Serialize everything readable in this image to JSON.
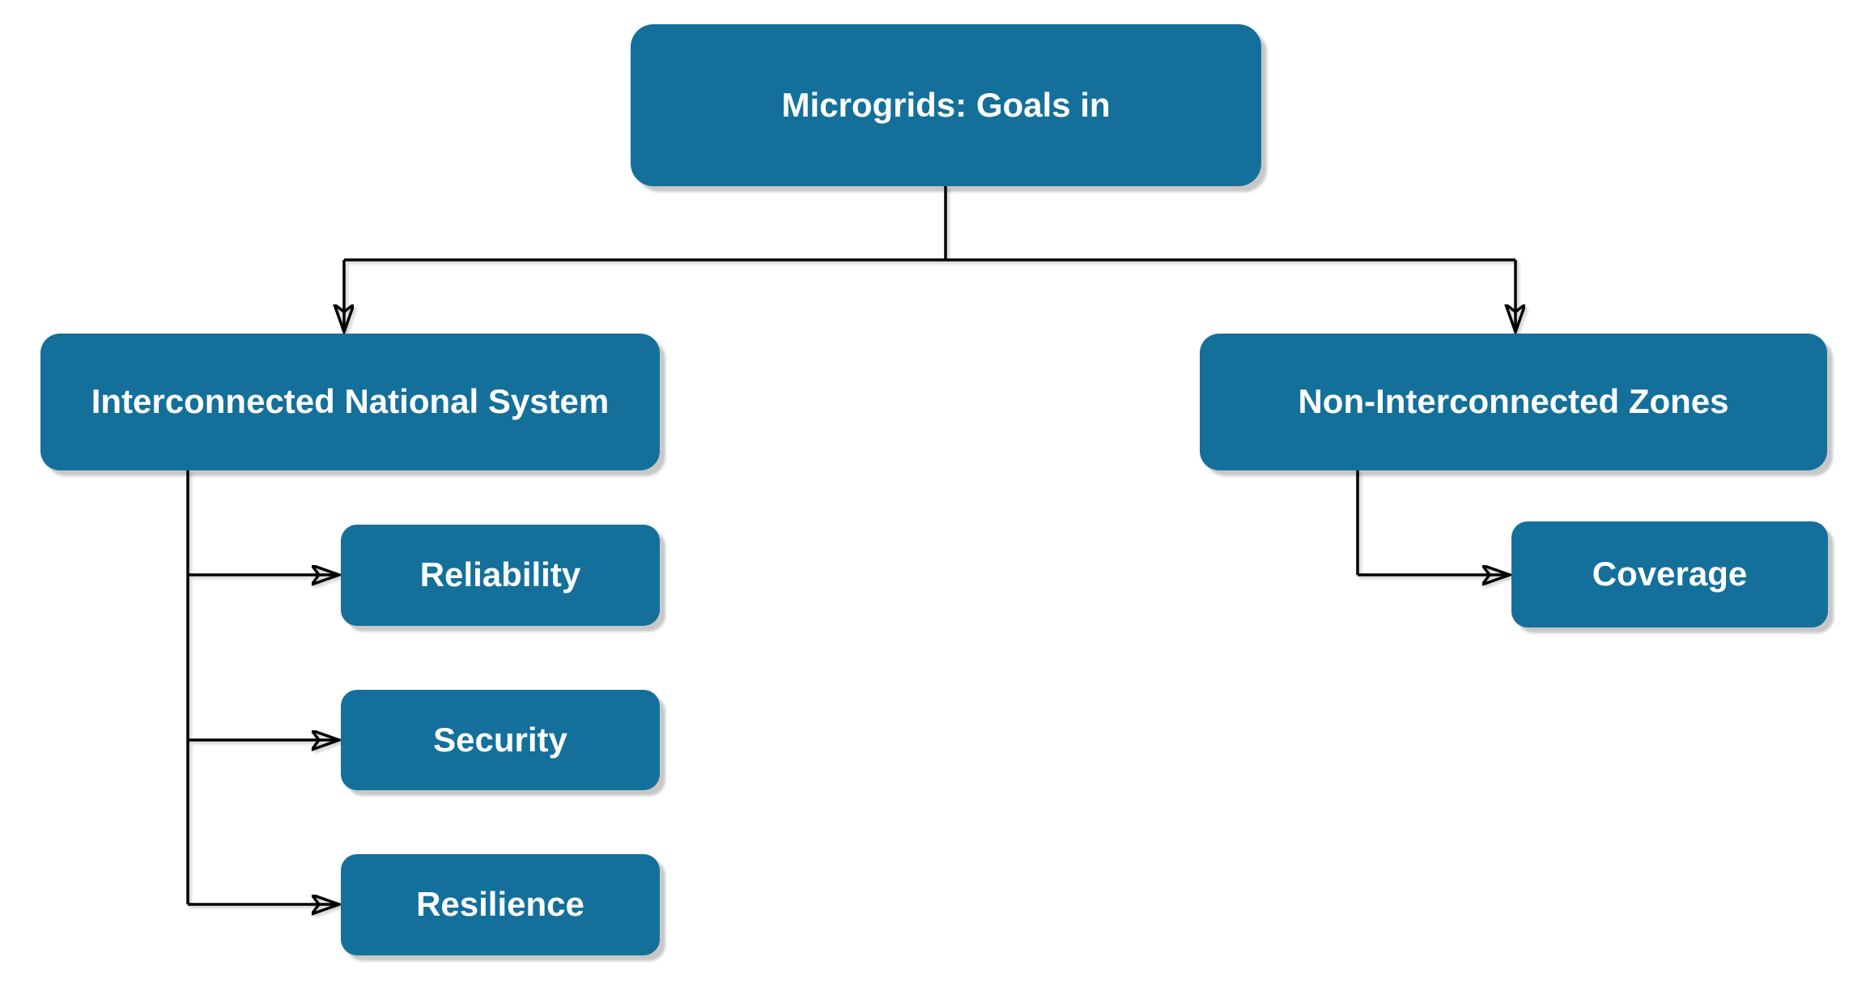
{
  "diagram": {
    "type": "tree",
    "nodes": {
      "root": {
        "label": "Microgrids: Goals in"
      },
      "interconnected": {
        "label": "Interconnected National System"
      },
      "non_interconnected": {
        "label": "Non-Interconnected Zones"
      },
      "reliability": {
        "label": "Reliability"
      },
      "security": {
        "label": "Security"
      },
      "resilience": {
        "label": "Resilience"
      },
      "coverage": {
        "label": "Coverage"
      }
    },
    "edges": [
      {
        "from": "root",
        "to": "interconnected"
      },
      {
        "from": "root",
        "to": "non_interconnected"
      },
      {
        "from": "interconnected",
        "to": "reliability"
      },
      {
        "from": "interconnected",
        "to": "security"
      },
      {
        "from": "interconnected",
        "to": "resilience"
      },
      {
        "from": "non_interconnected",
        "to": "coverage"
      }
    ],
    "colors": {
      "node_fill": "#14709b",
      "node_text": "#ffffff",
      "connector": "#000000",
      "background": "#ffffff"
    }
  }
}
